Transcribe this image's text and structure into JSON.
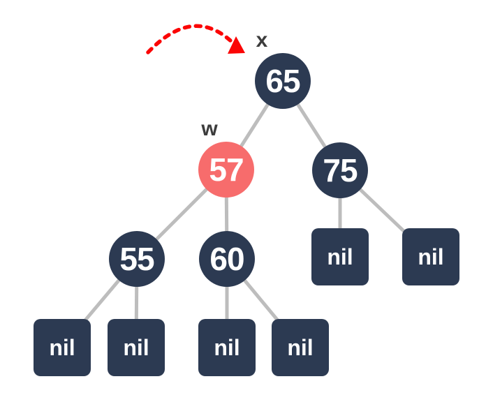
{
  "diagram": {
    "type": "binary-search-tree-rotation",
    "colors": {
      "node_navy": "#2C3A52",
      "node_highlight_red": "#F76C6C",
      "edge_gray": "#BDBDBD",
      "arrow_red": "#FB0505",
      "annotation_gray": "#3C3C3C",
      "node_text": "#FFFFFF",
      "background": "#FFFFFF"
    },
    "tree": {
      "nodes": [
        {
          "id": "65",
          "label": "65",
          "annotation": "x",
          "highlighted": false,
          "children": [
            "57",
            "75"
          ]
        },
        {
          "id": "57",
          "label": "57",
          "annotation": "w",
          "highlighted": true,
          "children": [
            "55",
            "60"
          ]
        },
        {
          "id": "75",
          "label": "75",
          "highlighted": false,
          "children": [
            "nil",
            "nil"
          ]
        },
        {
          "id": "55",
          "label": "55",
          "highlighted": false,
          "children": [
            "nil",
            "nil"
          ]
        },
        {
          "id": "60",
          "label": "60",
          "highlighted": false,
          "children": [
            "nil",
            "nil"
          ]
        }
      ],
      "nil_label": "nil"
    }
  }
}
